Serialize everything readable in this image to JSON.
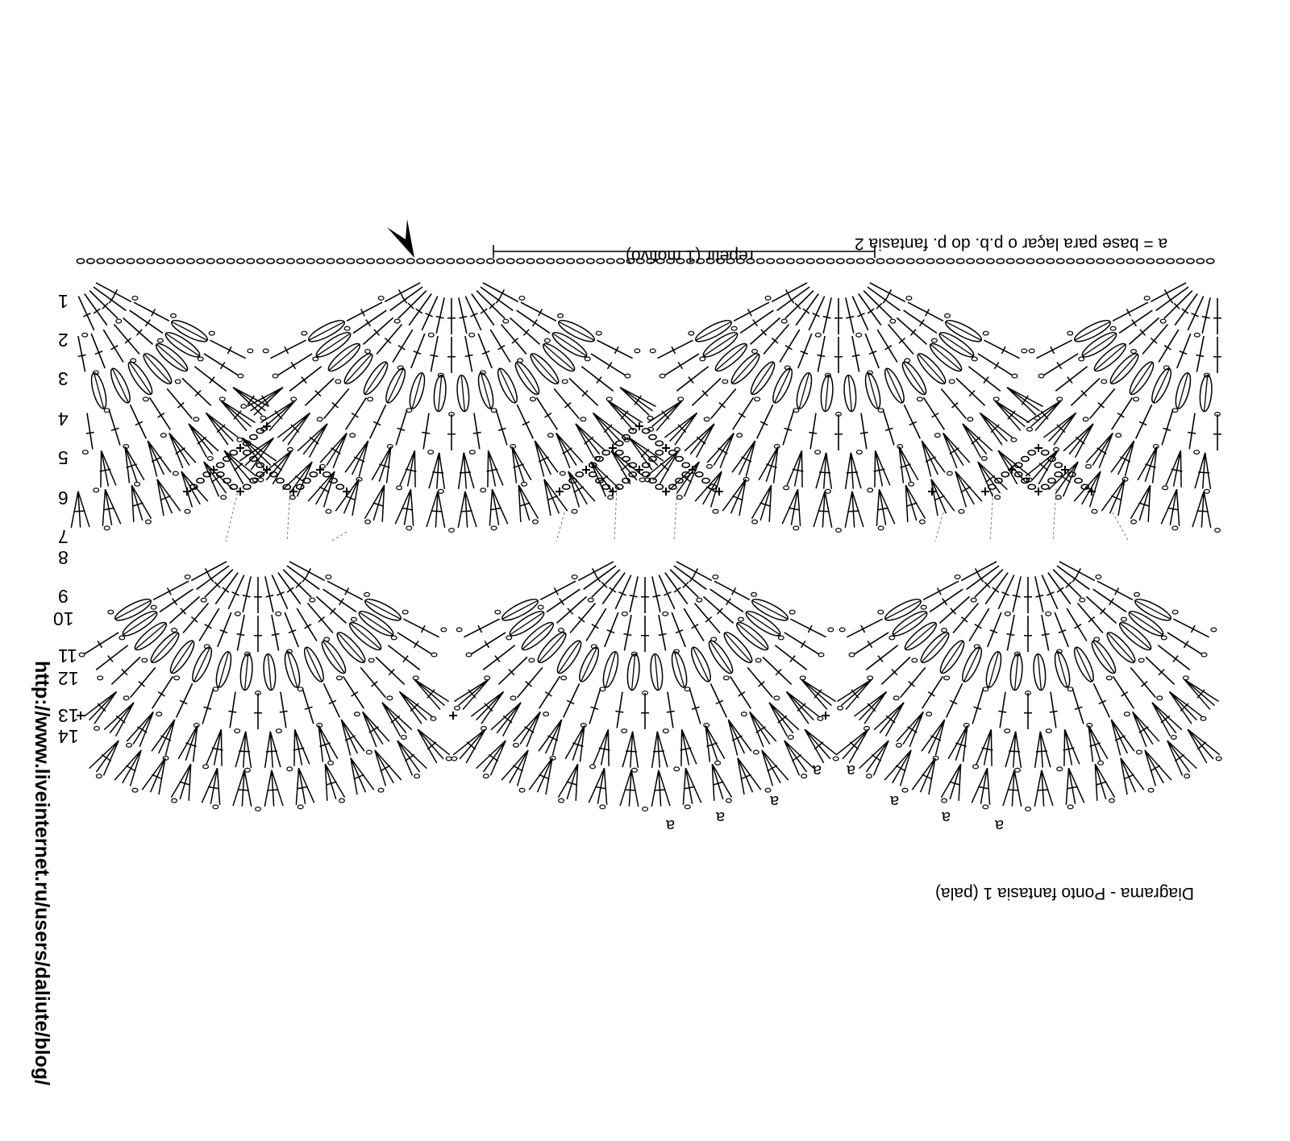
{
  "legend_text": "a = base para laçar o p.b. do p. fantasia 2",
  "repeat_text": "repetir (1 motivo)",
  "caption": "Diagrama - Ponto fantasia 1 (pala)",
  "url": "http://www.liveinternet.ru/users/daliute/blog/",
  "row_numbers": [
    "1",
    "2",
    "3",
    "4",
    "5",
    "6",
    "7",
    "8",
    "9",
    "10",
    "11",
    "12",
    "13",
    "14"
  ],
  "a_marker": "a",
  "start_arrow_icon": "arrowhead-icon",
  "colors": {
    "ink": "#000000",
    "paper": "#ffffff",
    "dash": "#777777"
  }
}
